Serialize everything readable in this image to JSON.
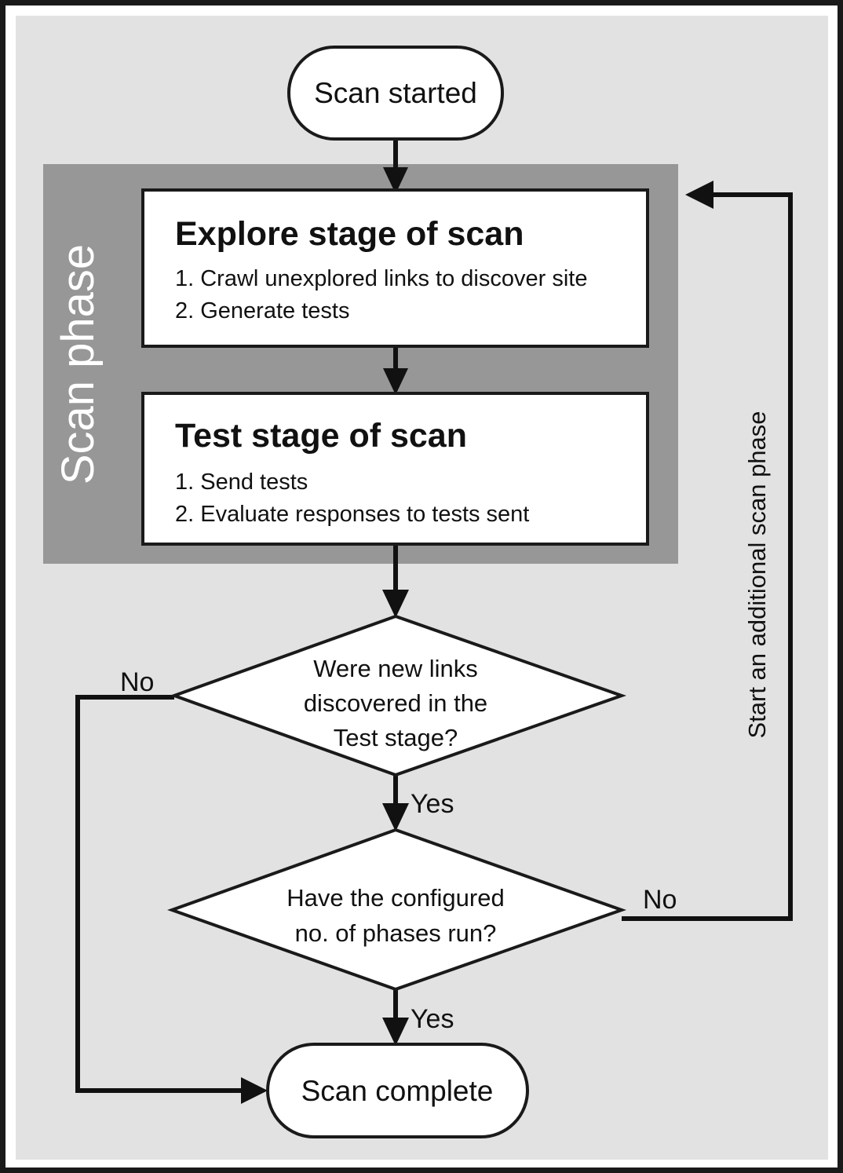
{
  "diagram": {
    "title": "Scan phase flowchart",
    "type": "flowchart",
    "colors": {
      "page_border": "#1a1a1a",
      "canvas_background": "#e2e2e2",
      "group_band": "#979797",
      "node_fill": "#ffffff",
      "node_stroke": "#1a1a1a",
      "edge_stroke": "#111111",
      "group_label_text": "#ffffff",
      "body_text": "#111111"
    }
  },
  "group": {
    "label": "Scan phase"
  },
  "nodes": {
    "start": {
      "label": "Scan started",
      "shape": "terminal"
    },
    "explore_stage": {
      "title": "Explore stage of scan",
      "shape": "process",
      "steps": [
        "1. Crawl unexplored links to discover site",
        "2. Generate tests"
      ]
    },
    "test_stage": {
      "title": "Test stage of scan",
      "shape": "process",
      "steps": [
        "1. Send tests",
        "2. Evaluate responses to tests sent"
      ]
    },
    "decision_new_links": {
      "shape": "decision",
      "lines": [
        "Were new links",
        "discovered in the",
        "Test stage?"
      ]
    },
    "decision_phases_run": {
      "shape": "decision",
      "lines": [
        "Have the configured",
        "no. of phases run?"
      ]
    },
    "end": {
      "label": "Scan complete",
      "shape": "terminal"
    }
  },
  "edge_labels": {
    "new_links_no": "No",
    "new_links_yes": "Yes",
    "phases_run_no": "No",
    "phases_run_yes": "Yes",
    "loop_back": "Start an additional scan phase"
  }
}
